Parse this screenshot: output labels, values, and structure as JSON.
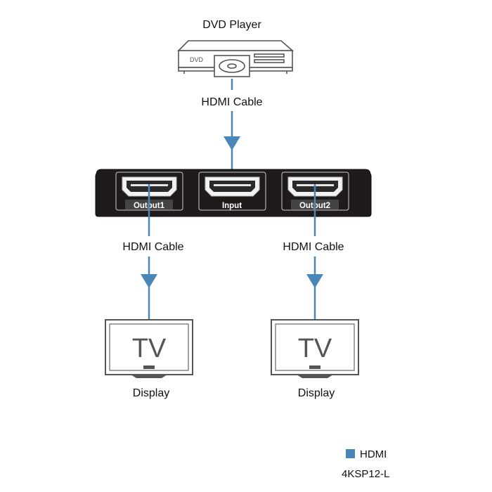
{
  "source": {
    "title": "DVD Player",
    "body_text": "DVD"
  },
  "input_cable": {
    "label": "HDMI Cable"
  },
  "splitter": {
    "ports": [
      {
        "label": "Output1"
      },
      {
        "label": "Input"
      },
      {
        "label": "Output2"
      }
    ]
  },
  "outputs": [
    {
      "cable_label": "HDMI Cable",
      "screen_text": "TV",
      "caption": "Display"
    },
    {
      "cable_label": "HDMI Cable",
      "screen_text": "TV",
      "caption": "Display"
    }
  ],
  "legend": {
    "label": "HDMI",
    "model": "4KSP12-L"
  },
  "colors": {
    "cable": "#4a86b8",
    "splitter_body": "#1e1b1a",
    "device_outline": "#555555"
  }
}
